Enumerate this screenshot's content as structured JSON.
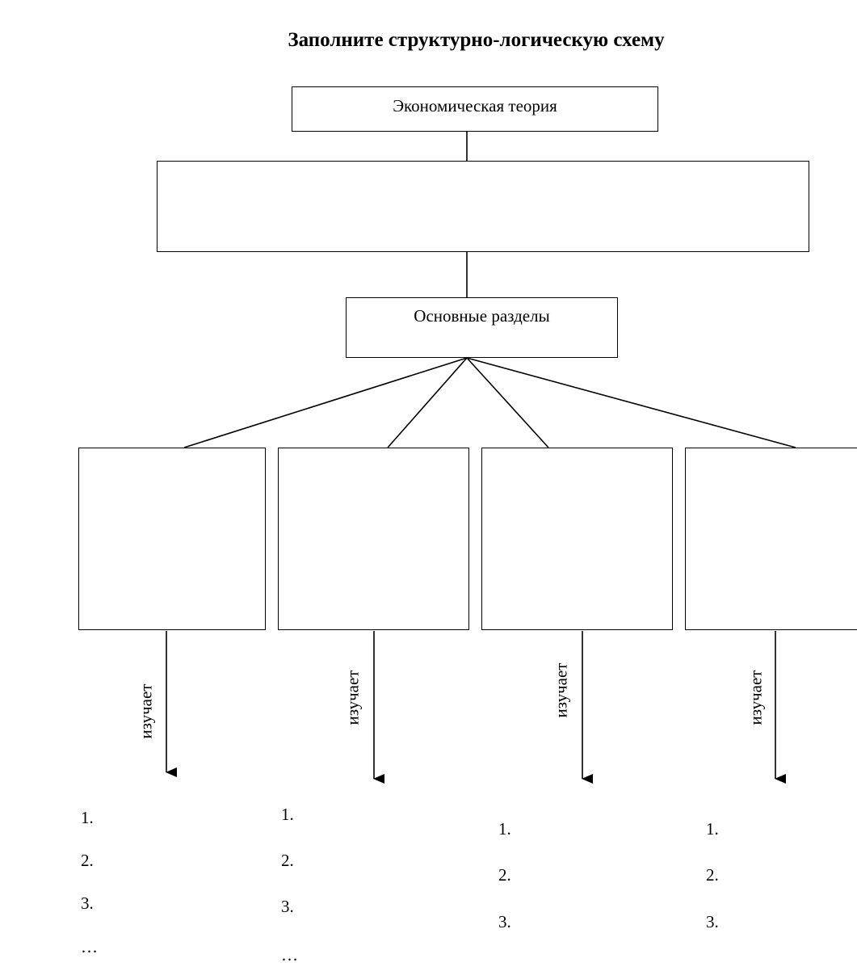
{
  "title": "Заполните структурно-логическую схему",
  "root": {
    "label": "Экономическая теория"
  },
  "definition_box": {
    "label": ""
  },
  "sections_box": {
    "label": "Основные разделы"
  },
  "branches": [
    {
      "box_label": "",
      "verb": "изучает",
      "items": [
        "1.",
        "2.",
        "3.",
        "…"
      ]
    },
    {
      "box_label": "",
      "verb": "изучает",
      "items": [
        "1.",
        "2.",
        "3.",
        "…"
      ]
    },
    {
      "box_label": "",
      "verb": "изучает",
      "items": [
        "1.",
        "2.",
        "3."
      ]
    },
    {
      "box_label": "",
      "verb": "изучает",
      "items": [
        "1.",
        "2.",
        "3."
      ]
    }
  ]
}
